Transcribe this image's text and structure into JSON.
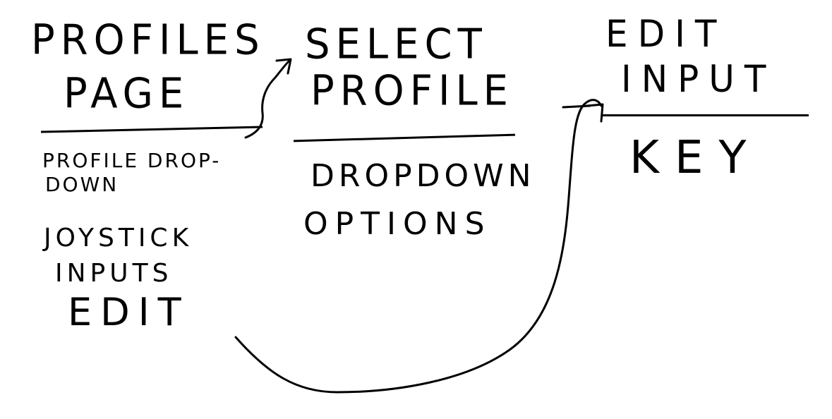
{
  "profiles_page": {
    "title_line1": "PROFILES",
    "title_line2": "PAGE",
    "item1_line1": "PROFILE DROP-",
    "item1_line2": "DOWN",
    "item2_line1": "JOYSTICK",
    "item2_line2": "INPUTS",
    "item2_line3": "EDIT"
  },
  "select_profile": {
    "title_line1": "SELECT",
    "title_line2": "PROFILE",
    "item1_line1": "DROPDOWN",
    "item1_line2": "OPTIONS"
  },
  "edit_input": {
    "title_line1": "EDIT",
    "title_line2": "INPUT",
    "item1_line1": "KEY"
  }
}
